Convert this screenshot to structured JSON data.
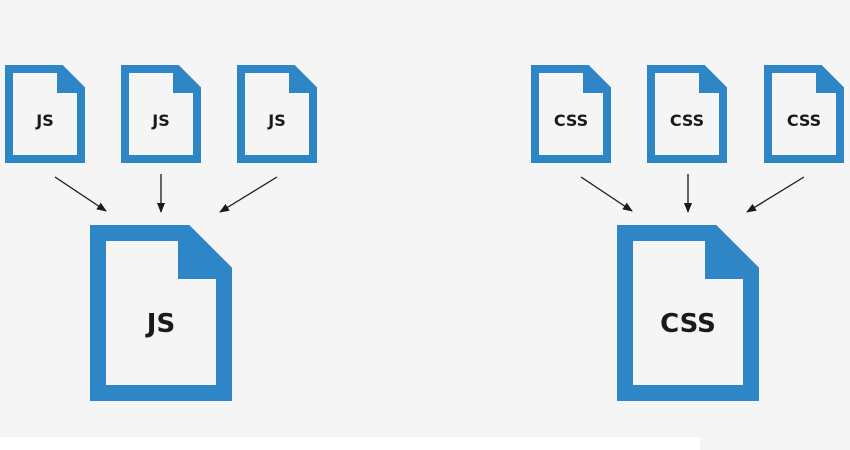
{
  "colors": {
    "doc_blue": "#2f86c6",
    "doc_fill": "#f5f5f5",
    "arrow": "#1a1a1a",
    "background": "#f5f5f5"
  },
  "groups": [
    {
      "id": "js",
      "sources": [
        {
          "label": "JS"
        },
        {
          "label": "JS"
        },
        {
          "label": "JS"
        }
      ],
      "bundle": {
        "label": "JS"
      }
    },
    {
      "id": "css",
      "sources": [
        {
          "label": "CSS"
        },
        {
          "label": "CSS"
        },
        {
          "label": "CSS"
        }
      ],
      "bundle": {
        "label": "CSS"
      }
    }
  ]
}
